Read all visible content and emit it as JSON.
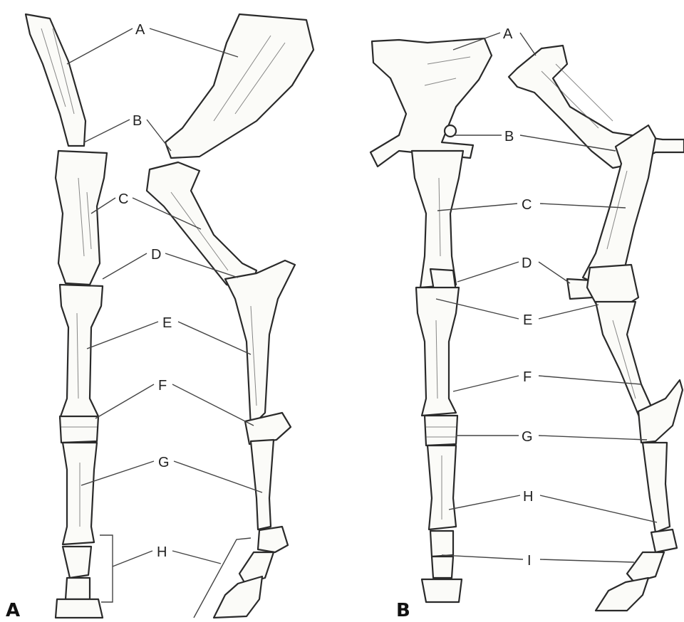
{
  "panels": [
    {
      "letter": "A",
      "labels": [
        "A",
        "B",
        "C",
        "D",
        "E",
        "F",
        "G",
        "H"
      ]
    },
    {
      "letter": "B",
      "labels": [
        "A",
        "B",
        "C",
        "D",
        "E",
        "F",
        "G",
        "H",
        "I"
      ]
    }
  ]
}
